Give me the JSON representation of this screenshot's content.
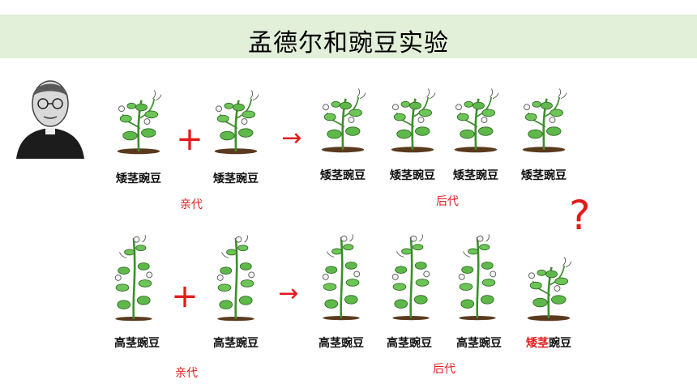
{
  "title": "孟德尔和豌豆实验",
  "row1": {
    "parents": [
      "矮茎豌豆",
      "矮茎豌豆"
    ],
    "parent_gen": "亲代",
    "offspring": [
      "矮茎豌豆",
      "矮茎豌豆",
      "矮茎豌豆",
      "矮茎豌豆"
    ],
    "offspring_gen": "后代",
    "plus": "+",
    "arrow": "→"
  },
  "row2": {
    "parents": [
      "高茎豌豆",
      "高茎豌豆"
    ],
    "parent_gen": "亲代",
    "offspring": [
      "高茎豌豆",
      "高茎豌豆",
      "高茎豌豆"
    ],
    "last_offspring_red": "矮茎",
    "last_offspring_black": "豌豆",
    "offspring_gen": "后代",
    "plus": "+",
    "arrow": "→"
  },
  "question": "?",
  "colors": {
    "title_band": "#e2efd9",
    "accent_red": "#e31b1b",
    "leaf_green": "#5fb84a",
    "soil": "#5a3a1e"
  },
  "icons": [
    "portrait-image",
    "short-pea-plant-icon",
    "tall-pea-plant-icon"
  ]
}
